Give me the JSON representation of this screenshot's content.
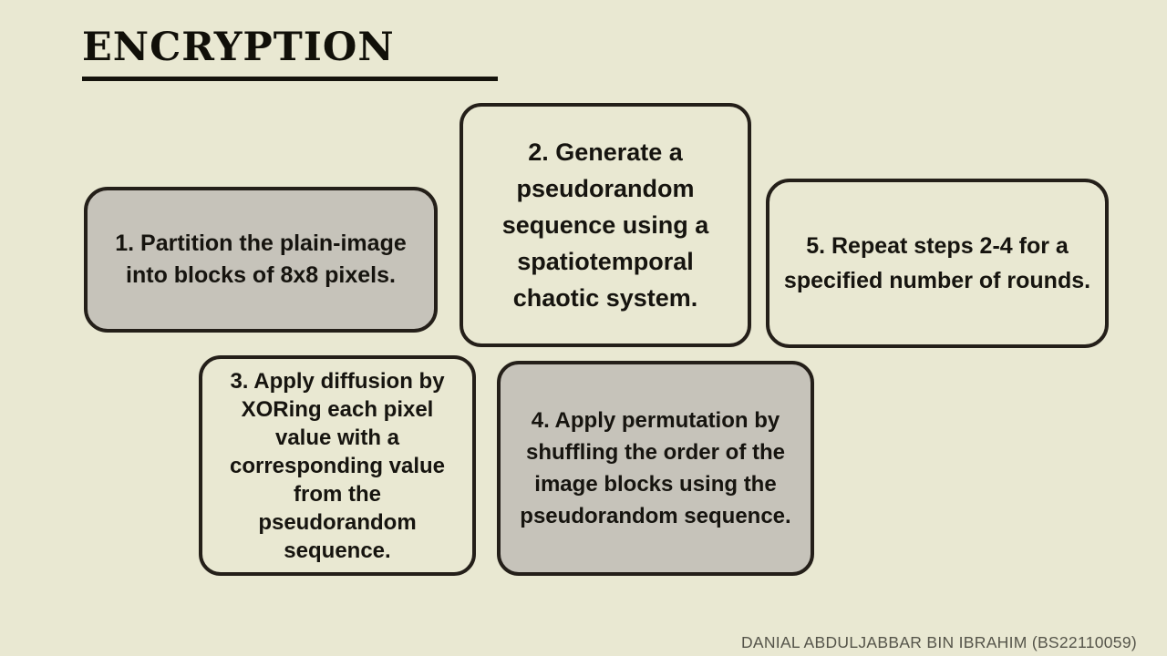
{
  "slide": {
    "background_color": "#e9e8d2",
    "title": "Encryption",
    "title_color": "#111009",
    "rule_color": "#15130c"
  },
  "steps": [
    {
      "id": "1",
      "name": "partition-step",
      "text": "1.  Partition the plain-image into blocks of 8x8 pixels.",
      "fill": "#c6c3ba",
      "border_color": "#241f19"
    },
    {
      "id": "2",
      "name": "generate-sequence-step",
      "text": "2.   Generate a pseudorandom sequence using a spatiotemporal chaotic system.",
      "fill": "transparent",
      "border_color": "#241f19"
    },
    {
      "id": "3",
      "name": "diffusion-step",
      "text": "3. Apply diffusion by XORing each pixel value with a corresponding value from the pseudorandom sequence.",
      "fill": "transparent",
      "border_color": "#241f19"
    },
    {
      "id": "4",
      "name": "permutation-step",
      "text": "4. Apply permutation by shuffling the order of the image blocks using the pseudorandom sequence.",
      "fill": "#c6c3ba",
      "border_color": "#241f19"
    },
    {
      "id": "5",
      "name": "repeat-rounds-step",
      "text": "5. Repeat steps 2-4 for a specified number of rounds.",
      "fill": "transparent",
      "border_color": "#241f19"
    }
  ],
  "footer": {
    "author": "DANIAL ABDULJABBAR BIN IBRAHIM (BS22110059)",
    "color": "#55544a"
  }
}
